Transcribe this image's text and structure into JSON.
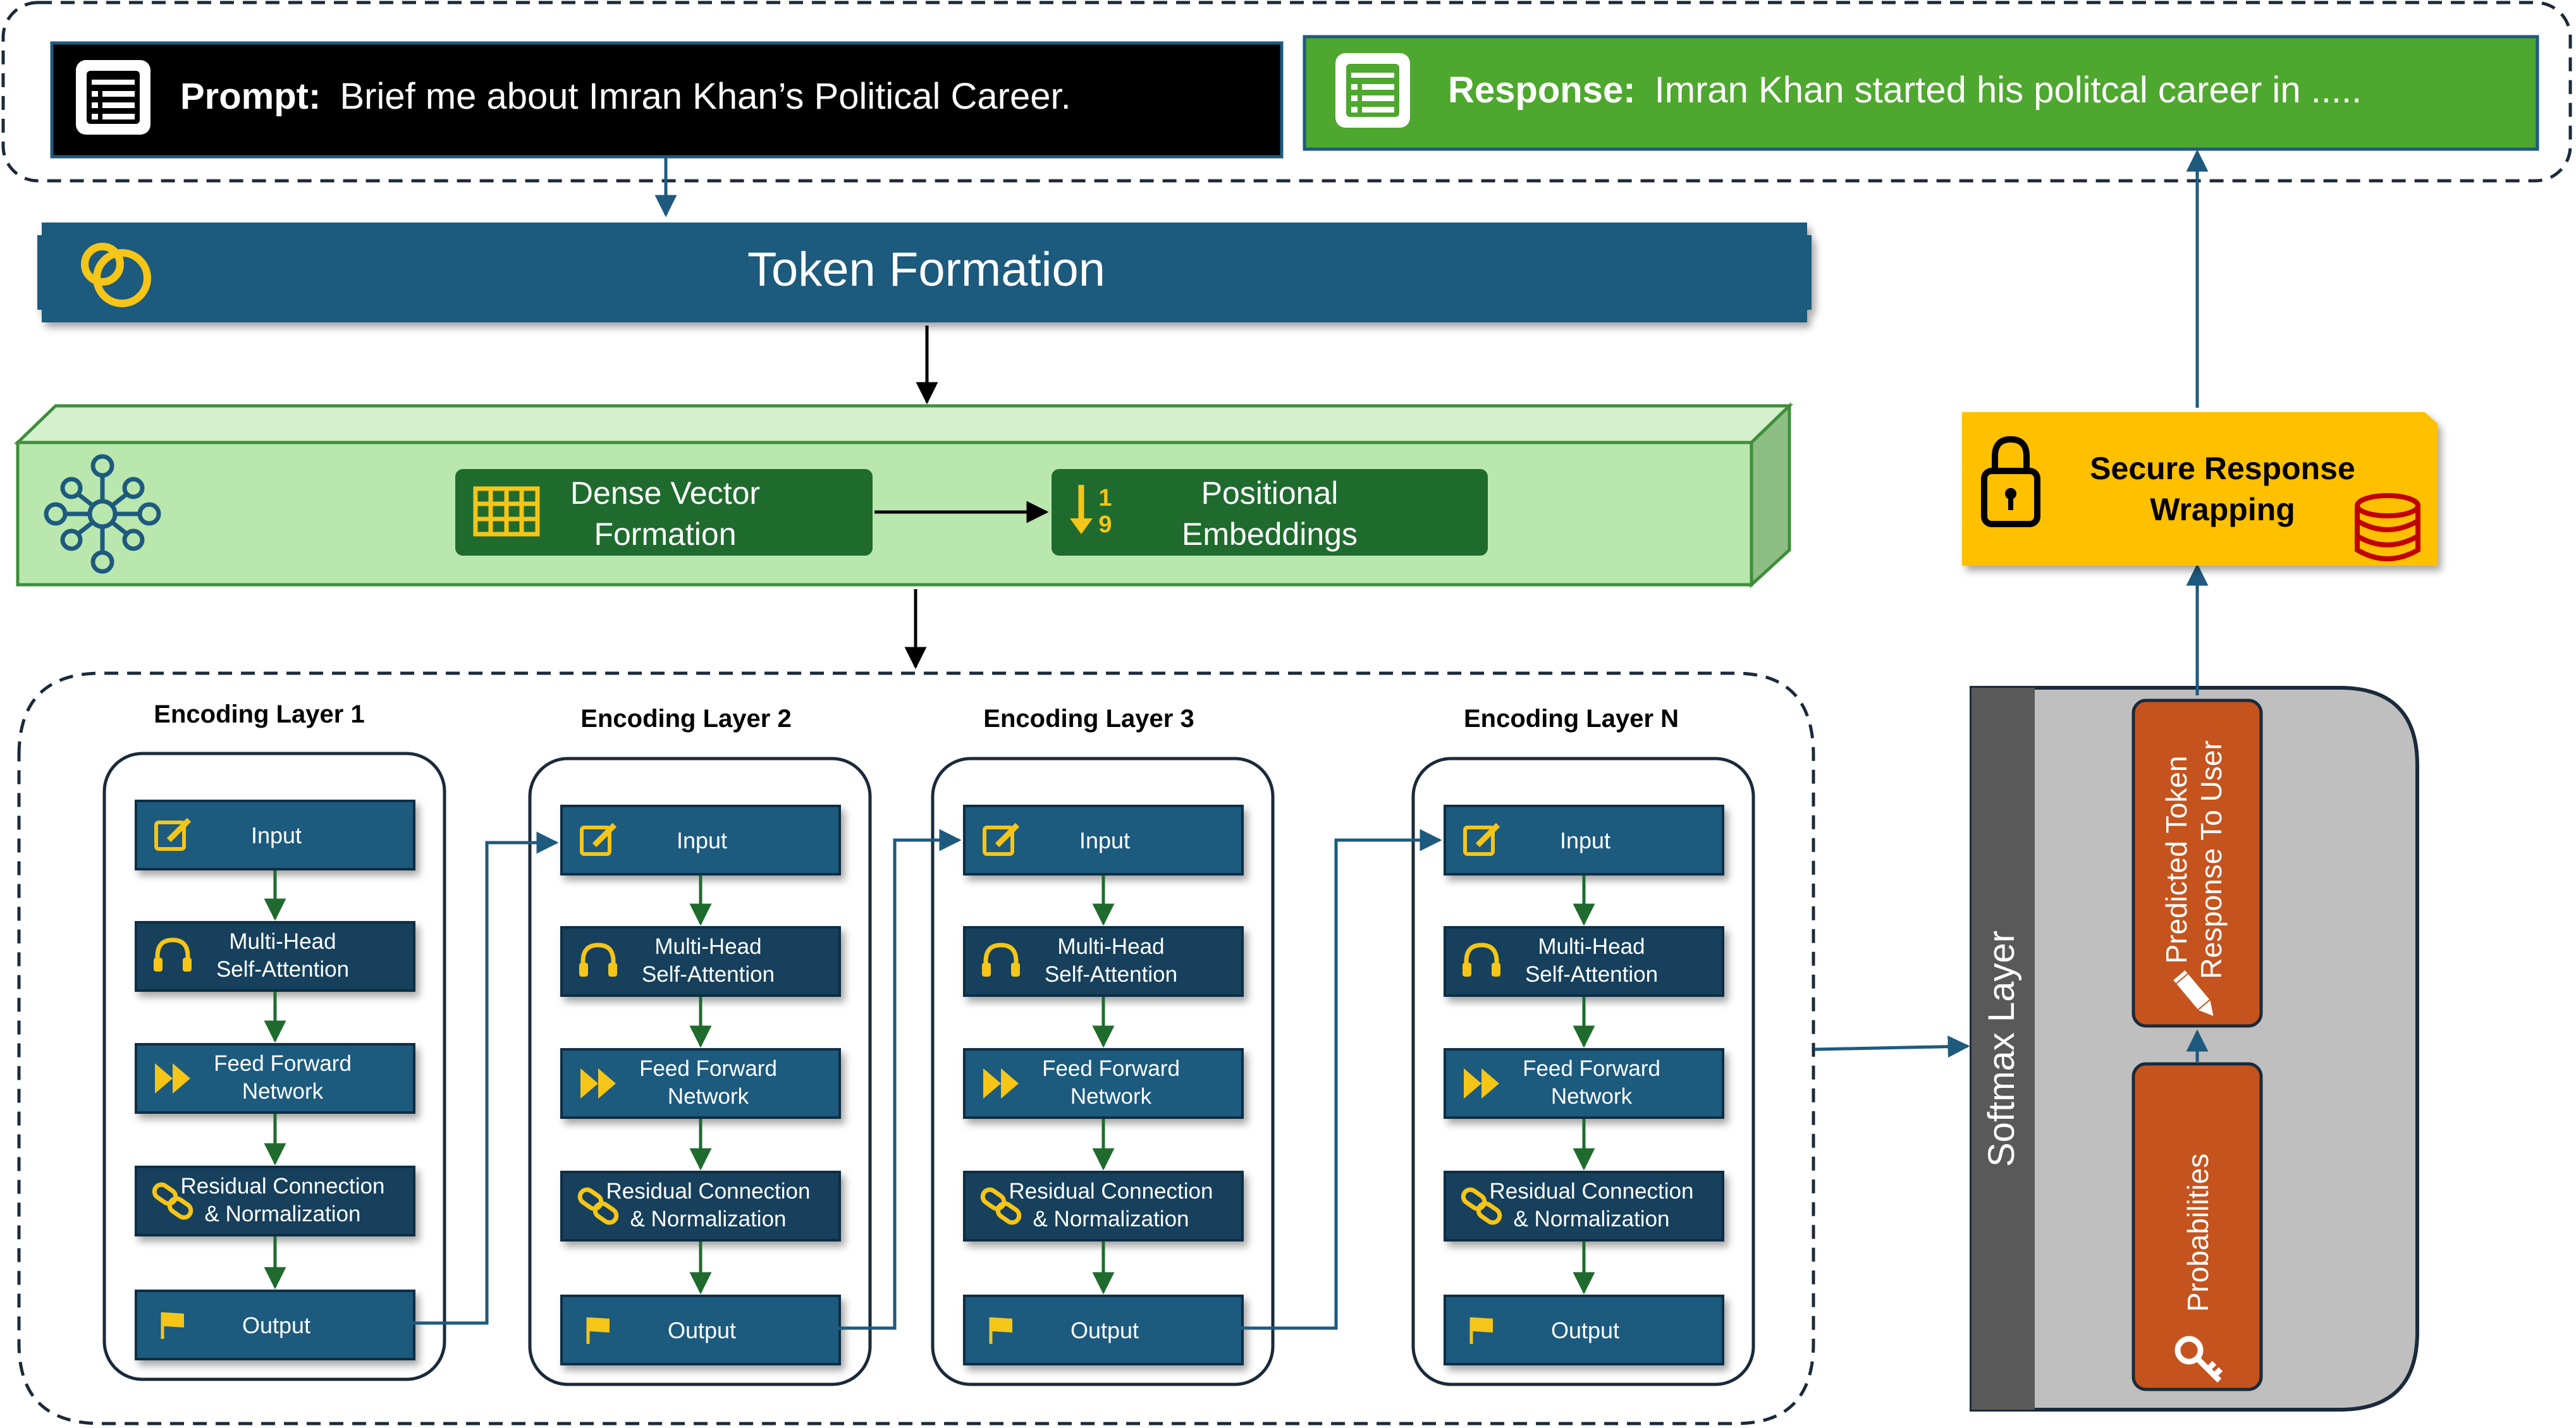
{
  "prompt": {
    "label": "Prompt:",
    "text": "Brief me about Imran Khan’s Political Career."
  },
  "response": {
    "label": "Response:",
    "text": "Imran Khan started his politcal career in ....."
  },
  "token_formation": {
    "title": "Token Formation"
  },
  "embedding": {
    "dense_line1": "Dense Vector",
    "dense_line2": "Formation",
    "pos_line1": "Positional",
    "pos_line2": "Embeddings"
  },
  "encoders": [
    {
      "title": "Encoding Layer 1"
    },
    {
      "title": "Encoding Layer 2"
    },
    {
      "title": "Encoding Layer 3"
    },
    {
      "title": "Encoding Layer N"
    }
  ],
  "blocks": {
    "input": "Input",
    "mhsa1": "Multi-Head",
    "mhsa2": "Self-Attention",
    "ffn1": "Feed Forward",
    "ffn2": "Network",
    "res1": "Residual Connection",
    "res2": "& Normalization",
    "output": "Output"
  },
  "softmax": {
    "title": "Softmax Layer",
    "predicted1": "Predicted Token",
    "predicted2": "Response To User",
    "probabilities": "Probabilities"
  },
  "secure": {
    "line1": "Secure Response",
    "line2": "Wrapping"
  },
  "colors": {
    "blue": "#1E5A7E",
    "dark_blue": "#15405C",
    "green_light": "#B9E7AE",
    "green_dark": "#1F6B2E",
    "response_green": "#4EA72E",
    "gold": "#FFC000",
    "orange": "#C5531D",
    "gray": "#BFBFBF",
    "dark_gray": "#595959",
    "icon_yellow": "#F5C518"
  }
}
